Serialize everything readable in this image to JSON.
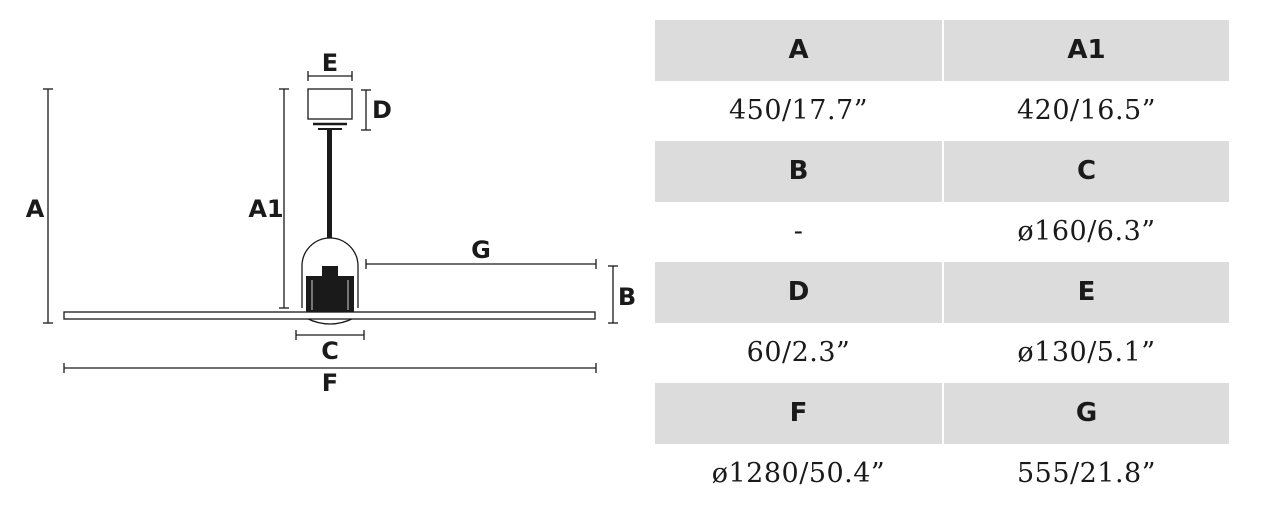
{
  "diagram": {
    "labels": {
      "A": "A",
      "A1": "A1",
      "B": "B",
      "C": "C",
      "D": "D",
      "E": "E",
      "F": "F",
      "G": "G"
    }
  },
  "table": {
    "rows": [
      {
        "left_header": "A",
        "right_header": "A1",
        "left_value": "450/17.7”",
        "right_value": "420/16.5”"
      },
      {
        "left_header": "B",
        "right_header": "C",
        "left_value": "-",
        "right_value": "ø160/6.3”"
      },
      {
        "left_header": "D",
        "right_header": "E",
        "left_value": "60/2.3”",
        "right_value": "ø130/5.1”"
      },
      {
        "left_header": "F",
        "right_header": "G",
        "left_value": "ø1280/50.4”",
        "right_value": "555/21.8”"
      }
    ]
  },
  "colors": {
    "header_background": "#dcdcdc",
    "line": "#1a1a1a",
    "motor": "#1a1a1a"
  }
}
